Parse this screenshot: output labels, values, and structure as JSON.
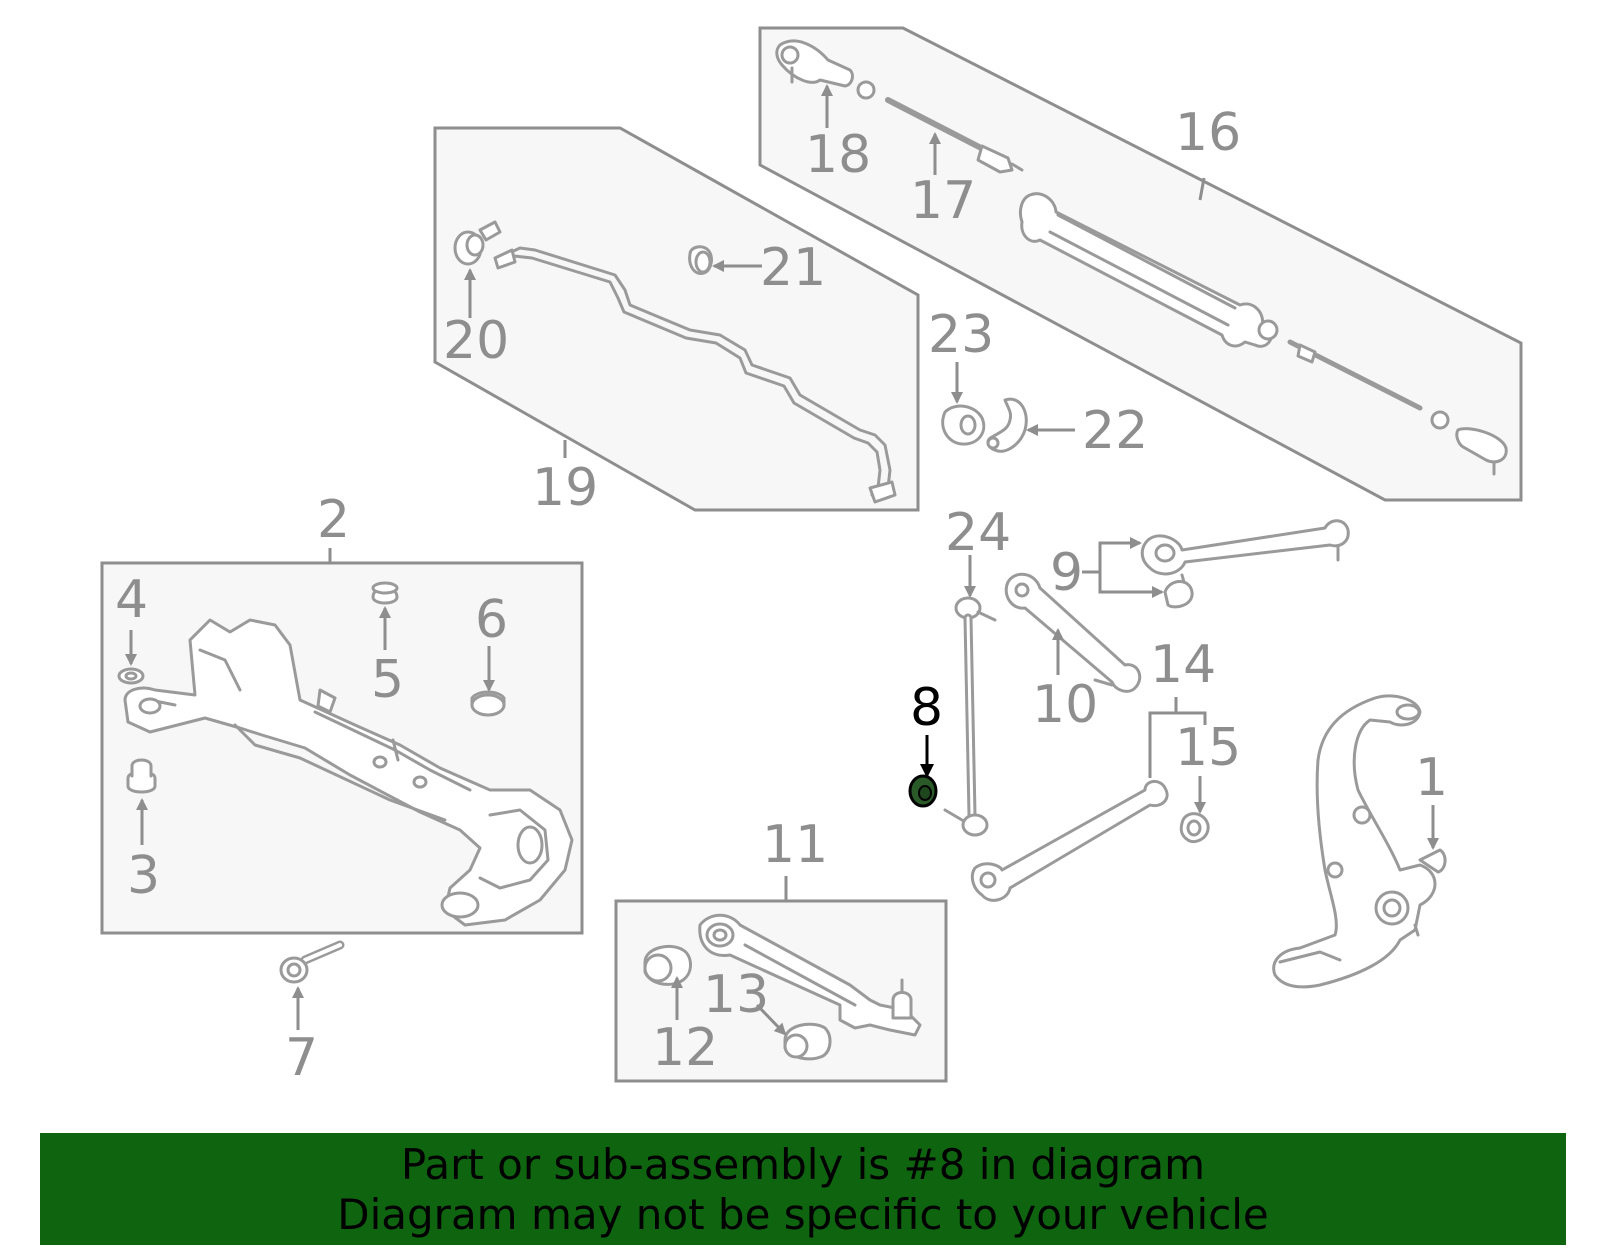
{
  "diagram": {
    "highlight_part": "8",
    "highlight_color": "#000000",
    "label_color": "#8e8e8e",
    "labels": {
      "p1": "1",
      "p2": "2",
      "p3": "3",
      "p4": "4",
      "p5": "5",
      "p6": "6",
      "p7": "7",
      "p8": "8",
      "p9": "9",
      "p10": "10",
      "p11": "11",
      "p12": "12",
      "p13": "13",
      "p14": "14",
      "p15": "15",
      "p16": "16",
      "p17": "17",
      "p18": "18",
      "p19": "19",
      "p20": "20",
      "p21": "21",
      "p22": "22",
      "p23": "23",
      "p24": "24"
    }
  },
  "banner": {
    "line1": "Part or sub-assembly is #8 in diagram",
    "line2": "Diagram may not be specific to your vehicle",
    "background": "#0f6410"
  }
}
